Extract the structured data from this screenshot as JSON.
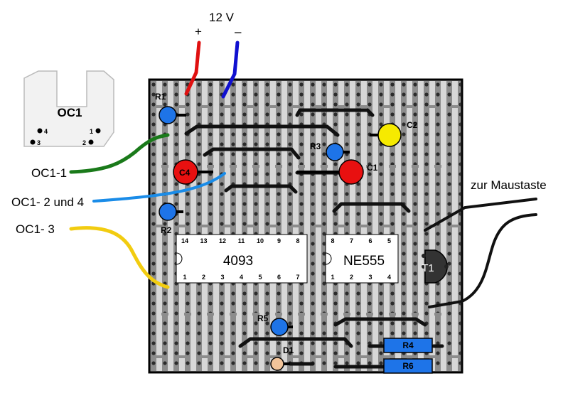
{
  "supply": {
    "voltage": "12 V",
    "plus": "+",
    "minus": "–"
  },
  "sensor": {
    "name": "OC1",
    "pins": [
      "4",
      "1",
      "3",
      "2"
    ]
  },
  "wires": {
    "oc1_1": "OC1-1",
    "oc1_2_4": "OC1- 2 und 4",
    "oc1_3": "OC1- 3",
    "mouse": "zur Maustaste"
  },
  "components": {
    "r1": "R1",
    "r2": "R2",
    "r3": "R3",
    "r4": "R4",
    "r5": "R5",
    "r6": "R6",
    "c1": "C1",
    "c2": "C2",
    "c4": "C4",
    "d1": "D1",
    "t1": "T1"
  },
  "ic_4093": {
    "name": "4093",
    "top_pins": [
      "14",
      "13",
      "12",
      "11",
      "10",
      "9",
      "8"
    ],
    "bottom_pins": [
      "1",
      "2",
      "3",
      "4",
      "5",
      "6",
      "7"
    ]
  },
  "ic_ne555": {
    "name": "NE555",
    "top_pins": [
      "8",
      "7",
      "6",
      "5"
    ],
    "bottom_pins": [
      "1",
      "2",
      "3",
      "4"
    ]
  },
  "colors": {
    "board": "#8c8c8c",
    "trace": "#ffffff",
    "hole": "#2b2b2b",
    "resistor_blue": "#1e74e8",
    "cap_red": "#e81010",
    "cap_yellow": "#f6ea00",
    "wire_red": "#e01010",
    "wire_blue": "#1010d0",
    "wire_green": "#1a7a1a",
    "wire_lightblue": "#1a8ce8",
    "wire_yellow": "#f2cc10",
    "wire_black": "#111111",
    "diode": "#f2c49a",
    "transistor": "#333333"
  }
}
